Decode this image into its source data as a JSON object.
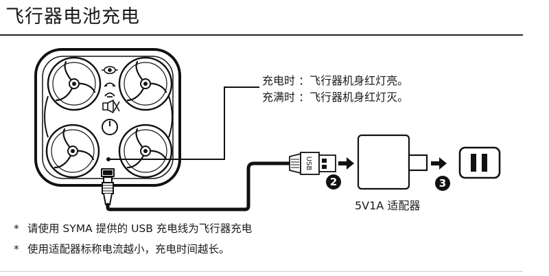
{
  "title": "飞行器电池充电",
  "status": {
    "charging": "充电时 ：飞行器机身红灯亮。",
    "full": "充满时 ：飞行器机身红灯灭。"
  },
  "usb_plug_text": "USB",
  "steps": {
    "two": "2",
    "three": "3"
  },
  "adapter_label": "5V1A  适配器",
  "notes": [
    "请使用 SYMA 提供的 USB 充电线为飞行器充电",
    "使用适配器标称电流越小，充电时间越长。"
  ],
  "note_bullet": "*"
}
